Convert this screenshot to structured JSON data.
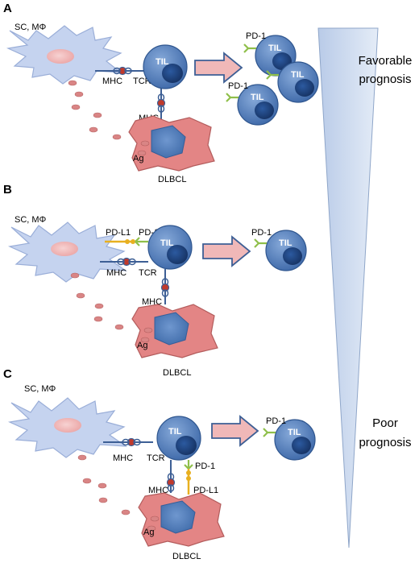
{
  "panels": [
    {
      "letter": "A",
      "labels": {
        "sc": "SC, MΦ",
        "mhc_left": "MHC",
        "tcr": "TCR",
        "mhc_bottom": "MHC",
        "ag": "Ag",
        "dlbcl": "DLBCL",
        "til": "TIL"
      },
      "right_cells": [
        {
          "til": "TIL",
          "pd1": "PD-1"
        },
        {
          "til": "TIL",
          "pd1": ""
        },
        {
          "til": "TIL",
          "pd1": "PD-1"
        }
      ]
    },
    {
      "letter": "B",
      "labels": {
        "sc": "SC, MΦ",
        "pdl1": "PD-L1",
        "pd1": "PD-1",
        "mhc_left": "MHC",
        "tcr": "TCR",
        "mhc_bottom": "MHC",
        "ag": "Ag",
        "dlbcl": "DLBCL",
        "til": "TIL"
      },
      "right_cells": [
        {
          "til": "TIL",
          "pd1": "PD-1"
        }
      ]
    },
    {
      "letter": "C",
      "labels": {
        "sc": "SC, MΦ",
        "mhc_left": "MHC",
        "tcr": "TCR",
        "pd1": "PD-1",
        "mhc_bottom": "MHC",
        "pdl1": "PD-L1",
        "ag": "Ag",
        "dlbcl": "DLBCL",
        "til": "TIL"
      },
      "right_cells": [
        {
          "til": "TIL",
          "pd1": "PD-1"
        }
      ]
    }
  ],
  "prognosis": {
    "favorable_line1": "Favorable",
    "favorable_line2": "prognosis",
    "poor_line1": "Poor",
    "poor_line2": "prognosis"
  },
  "colors": {
    "sc_fill": "#c5d3ef",
    "sc_stroke": "#9aaed8",
    "nucleus_pink": "#f2b8b8",
    "til_fill": "#4f7bb8",
    "til_nucleus": "#1f4580",
    "tumor_fill": "#e38585",
    "tumor_nucleus": "#5b86c2",
    "pd1_green": "#8fbf4a",
    "pdl1_yellow": "#e8b020",
    "arrow_fill": "#f0b8b8",
    "arrow_stroke": "#3d5f95",
    "wedge_fill": "#cfdcf0"
  }
}
